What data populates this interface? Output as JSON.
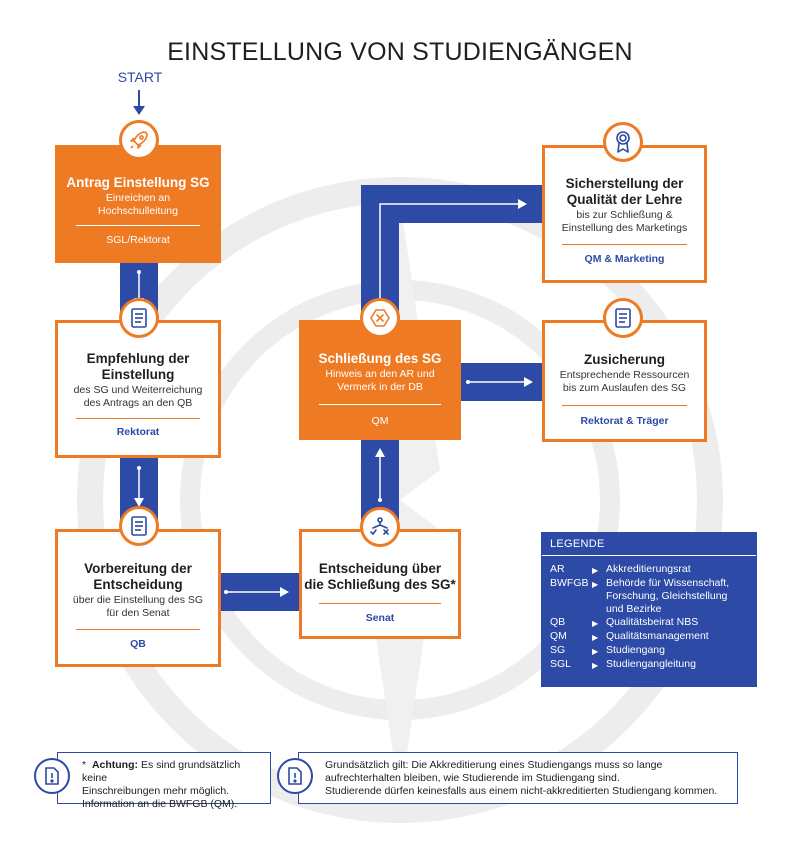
{
  "title": "EINSTELLUNG VON STUDIENGÄNGEN",
  "start_label": "START",
  "colors": {
    "orange": "#ee7a24",
    "blue": "#2c4aa6",
    "watermark": "#ececec"
  },
  "boxes": {
    "antrag": {
      "heading": "Antrag Einstellung SG",
      "sub": [
        "Einreichen an",
        "Hochschulleitung"
      ],
      "resp": "SGL/Rektorat",
      "icon": "rocket-icon"
    },
    "empfehlung": {
      "heading": [
        "Empfehlung der",
        "Einstellung"
      ],
      "sub": [
        "des SG und Weiterreichung",
        "des Antrags an den QB"
      ],
      "resp": "Rektorat",
      "icon": "document-icon"
    },
    "vorbereitung": {
      "heading": [
        "Vorbereitung der",
        "Entscheidung"
      ],
      "sub": [
        "über die Einstellung des SG",
        "für den Senat"
      ],
      "resp": "QB",
      "icon": "document-icon"
    },
    "entscheidung": {
      "heading": [
        "Entscheidung über",
        "die Schließung des SG*"
      ],
      "resp": "Senat",
      "icon": "decision-icon"
    },
    "schliessung": {
      "heading": "Schließung des SG",
      "sub": [
        "Hinweis an den AR und",
        "Vermerk in der DB"
      ],
      "resp": "QM",
      "icon": "close-hexagon-icon"
    },
    "sicherstellung": {
      "heading": [
        "Sicherstellung der",
        "Qualität der Lehre"
      ],
      "sub": [
        "bis zur Schließung &",
        "Einstellung des Marketings"
      ],
      "resp": "QM & Marketing",
      "icon": "award-icon"
    },
    "zusicherung": {
      "heading": "Zusicherung",
      "sub": [
        "Entsprechende Ressourcen",
        "bis zum Auslaufen des SG"
      ],
      "resp": "Rektorat & Träger",
      "icon": "document-icon"
    }
  },
  "legend": {
    "title": "LEGENDE",
    "items": [
      {
        "abbr": "AR",
        "text": [
          "Akkreditierungsrat"
        ]
      },
      {
        "abbr": "BWFGB",
        "text": [
          "Behörde für Wissenschaft,",
          "Forschung, Gleichstellung",
          "und Bezirke"
        ]
      },
      {
        "abbr": "QB",
        "text": [
          "Qualitätsbeirat NBS"
        ]
      },
      {
        "abbr": "QM",
        "text": [
          "Qualitätsmanagement"
        ]
      },
      {
        "abbr": "SG",
        "text": [
          "Studiengang"
        ]
      },
      {
        "abbr": "SGL",
        "text": [
          "Studiengangleitung"
        ]
      }
    ]
  },
  "notes": {
    "achtung": {
      "marker": "*",
      "label": "Achtung:",
      "text": [
        "Es sind grundsätzlich keine",
        "Einschreibungen mehr möglich.",
        "Information an die BWFGB (QM)."
      ],
      "icon": "info-document-icon"
    },
    "grundsatz": {
      "text": [
        "Grundsätzlich gilt: Die Akkreditierung eines Studiengangs muss so lange",
        "aufrechterhalten bleiben, wie Studierende im Studiengang sind.",
        "Studierende dürfen keinesfalls aus einem nicht-akkreditierten Studiengang kommen."
      ],
      "icon": "info-document-icon"
    }
  }
}
